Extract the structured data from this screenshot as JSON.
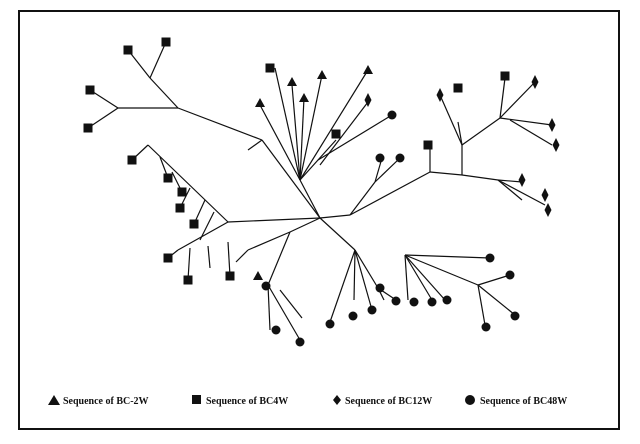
{
  "legend": {
    "items": [
      {
        "marker": "triangle",
        "label": "Sequence of BC-2W"
      },
      {
        "marker": "square",
        "label": "Sequence of BC4W"
      },
      {
        "marker": "diamond",
        "label": "Sequence of BC12W"
      },
      {
        "marker": "circle",
        "label": "Sequence of BC48W"
      }
    ]
  },
  "colors": {
    "ink": "#111111",
    "background": "#ffffff"
  }
}
